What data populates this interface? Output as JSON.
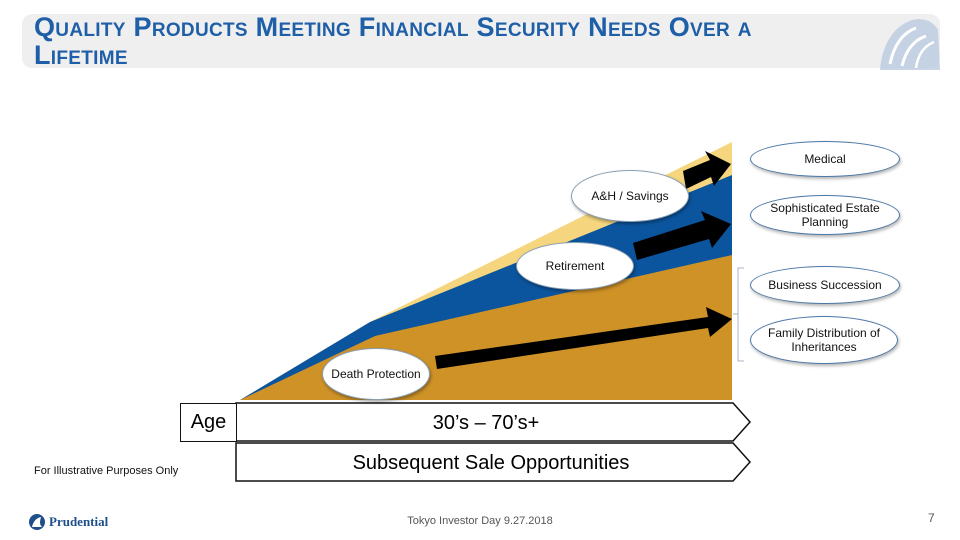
{
  "header": {
    "title": "Quality Products Meeting Financial Security Needs Over a Lifetime"
  },
  "diagram": {
    "bands": [
      {
        "name": "death-protection",
        "color": "#cf9227"
      },
      {
        "name": "retirement",
        "color": "#0b559f"
      },
      {
        "name": "ah-savings",
        "color": "#f5d67e"
      }
    ],
    "ovals": {
      "ah_savings": "A&H / Savings",
      "retirement": "Retirement",
      "death_protection": "Death Protection"
    },
    "opportunities": {
      "medical": "Medical",
      "estate_planning": "Sophisticated Estate Planning",
      "business_succession": "Business Succession",
      "family_distribution": "Family Distribution of Inheritances"
    },
    "age_label": "Age",
    "age_range": "30’s – 70’s+",
    "sale_opportunities": "Subsequent Sale Opportunities"
  },
  "note": "For Illustrative Purposes Only",
  "footer": {
    "event": "Tokyo Investor Day 9.27.2018",
    "page": "7",
    "brand": "Prudential"
  },
  "colors": {
    "title": "#1f5fa8",
    "brand": "#1f4f8a"
  }
}
